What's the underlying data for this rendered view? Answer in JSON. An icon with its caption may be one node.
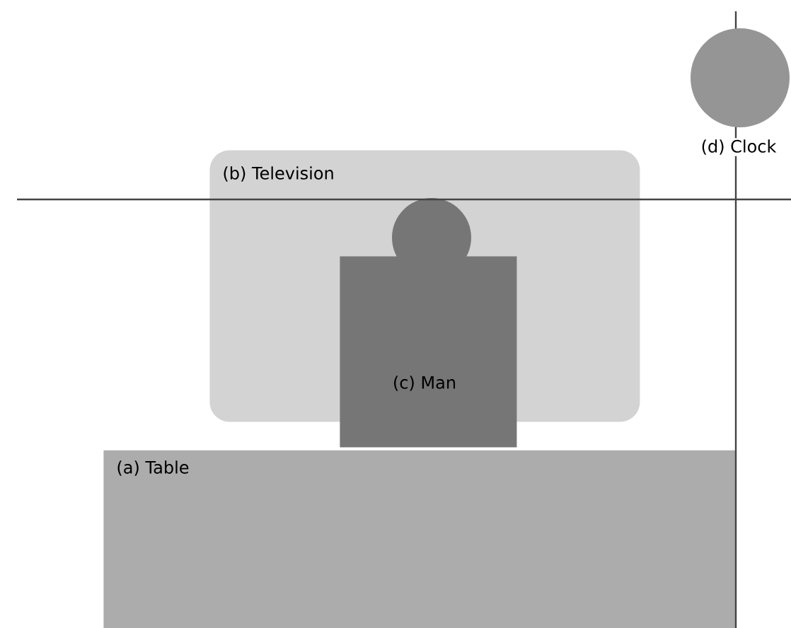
{
  "diagram": {
    "nodes": [
      {
        "text": [
          "(d) Clock"
        ]
      },
      {
        "text": [
          "(b) Television"
        ]
      },
      {
        "text": [
          "(c) Man"
        ]
      },
      {
        "text": [
          "(a) Table"
        ]
      }
    ]
  }
}
